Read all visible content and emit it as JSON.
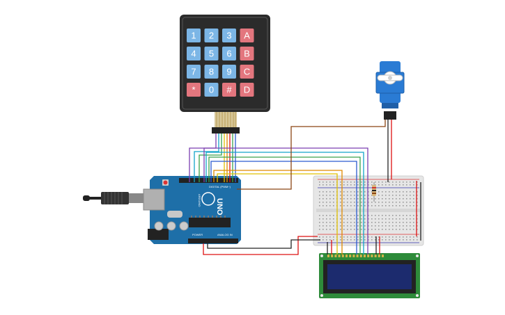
{
  "keypad": {
    "rows": [
      [
        "1",
        "2",
        "3",
        "A"
      ],
      [
        "4",
        "5",
        "6",
        "B"
      ],
      [
        "7",
        "8",
        "9",
        "C"
      ],
      [
        "*",
        "0",
        "#",
        "D"
      ]
    ]
  },
  "arduino": {
    "model": "UNO",
    "brand": "ARDUINO",
    "digital_label": "DIGITAL (PWM~)",
    "power_label": "POWER",
    "analog_label": "ANALOG IN"
  },
  "colors": {
    "board": "#1e6fa8",
    "keypad_frame": "#2b2b2b",
    "key_blue": "#7cb6e6",
    "key_red": "#e3767e",
    "breadboard": "#e6e6e6",
    "lcd_pcb": "#2e8b3a",
    "lcd_screen": "#1c2b6e",
    "servo": "#2a7bd4",
    "wire_red": "#d11",
    "wire_black": "#222",
    "wire_brown": "#8b4513"
  }
}
